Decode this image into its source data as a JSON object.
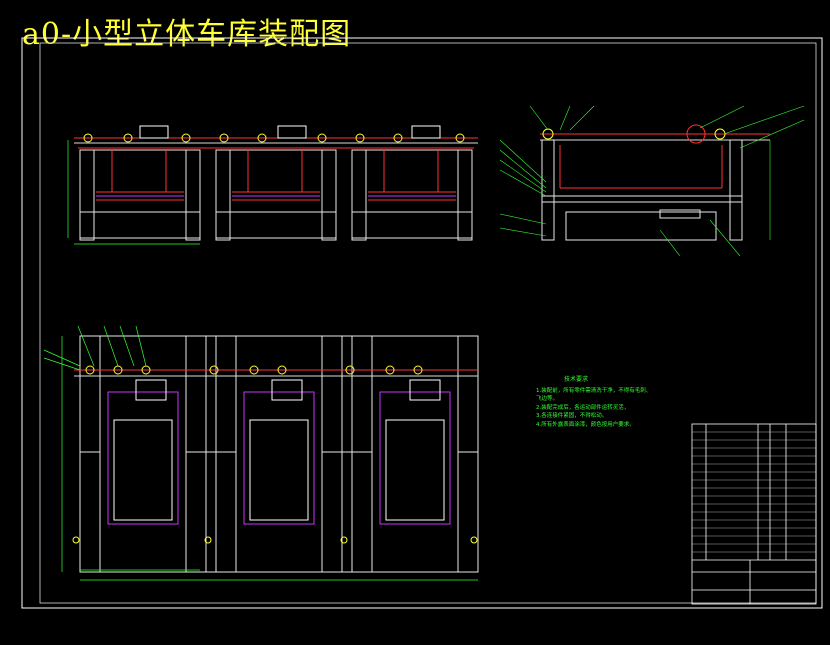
{
  "title": "a0-小型立体车库装配图",
  "colors": {
    "frame": "#ffffff",
    "structure": "#e8e8e8",
    "member": "#ff3333",
    "purple": "#cc33ff",
    "green": "#33ff33",
    "yellow": "#ffff33",
    "cyan": "#33ffff"
  },
  "notes": {
    "heading": "技术要求",
    "lines": [
      "1.装配前，所有零件需清洗干净，不得有毛刺、",
      "  飞边等。",
      "2.装配完成后，各运动部件运转灵活，",
      "3.各连接件紧固，不得松动。",
      "4.所有外露表面涂漆，颜色按用户要求。"
    ]
  }
}
